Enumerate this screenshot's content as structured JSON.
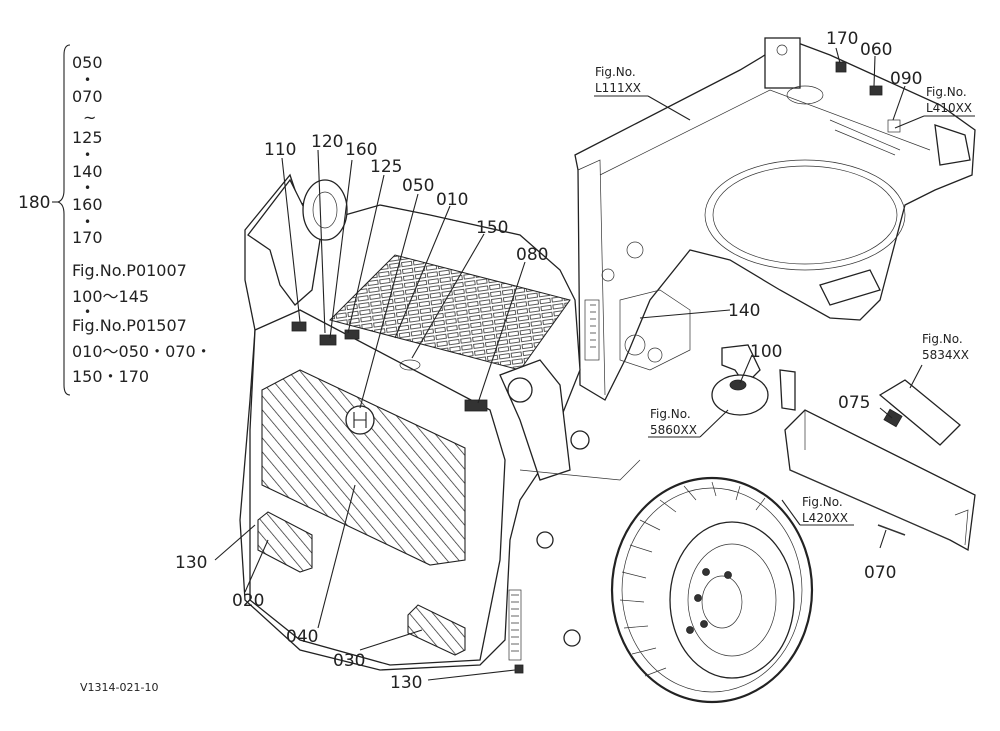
{
  "diagram_code": "V1314-021-10",
  "legend": {
    "number": "180",
    "lines": [
      "050",
      "•",
      "070",
      "~",
      "125",
      "•",
      "140",
      "•",
      "160",
      "•",
      "170",
      "Fig.No.P01007",
      "100～145",
      "•",
      "Fig.No.P01507",
      "010～050・070・",
      "150・170"
    ]
  },
  "callouts": {
    "c110": "110",
    "c120": "120",
    "c160": "160",
    "c125": "125",
    "c050": "050",
    "c010": "010",
    "c150": "150",
    "c080": "080",
    "c140": "140",
    "c100": "100",
    "c170": "170",
    "c060": "060",
    "c090": "090",
    "c075": "075",
    "c070": "070",
    "c130a": "130",
    "c020": "020",
    "c040": "040",
    "c030": "030",
    "c130b": "130"
  },
  "figrefs": {
    "l111": {
      "line1": "Fig.No.",
      "line2": "L111XX"
    },
    "l410": {
      "line1": "Fig.No.",
      "line2": "L410XX"
    },
    "f5834": {
      "line1": "Fig.No.",
      "line2": "5834XX"
    },
    "f5860": {
      "line1": "Fig.No.",
      "line2": "5860XX"
    },
    "l420": {
      "line1": "Fig.No.",
      "line2": "L420XX"
    }
  }
}
